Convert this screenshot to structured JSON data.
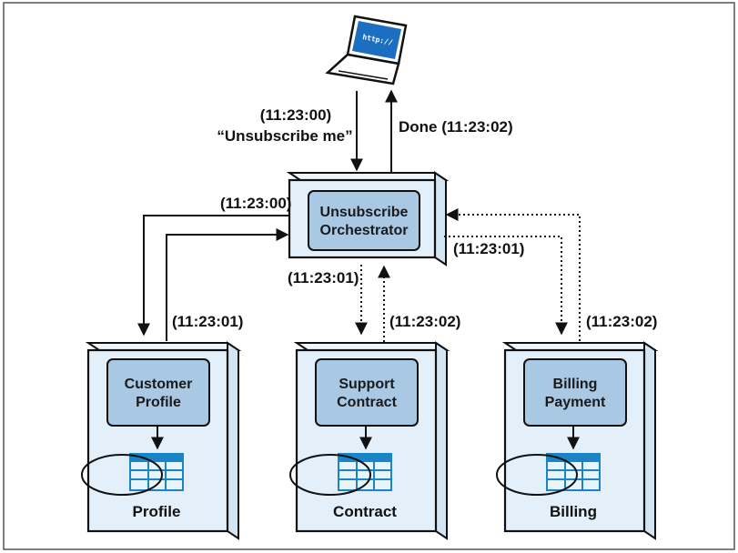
{
  "laptop": {
    "screen_text": "http://"
  },
  "request": {
    "time": "(11:23:00)",
    "text": "“Unsubscribe me”"
  },
  "response": {
    "text": "Done (11:23:02)"
  },
  "orchestrator": {
    "line1": "Unsubscribe",
    "line2": "Orchestrator"
  },
  "timestamps": {
    "to_profile": "(11:23:00)",
    "from_profile": "(11:23:01)",
    "to_contract": "(11:23:01)",
    "from_contract": "(11:23:02)",
    "to_billing": "(11:23:01)",
    "from_billing": "(11:23:02)"
  },
  "services": [
    {
      "line1": "Customer",
      "line2": "Profile",
      "db_label": "Profile"
    },
    {
      "line1": "Support",
      "line2": "Contract",
      "db_label": "Contract"
    },
    {
      "line1": "Billing",
      "line2": "Payment",
      "db_label": "Billing"
    }
  ],
  "colors": {
    "box_fill": "#e3eff9",
    "inner_fill": "#a8c8e4",
    "table_blue": "#1a84c8",
    "screen_blue": "#1c6fc0"
  }
}
